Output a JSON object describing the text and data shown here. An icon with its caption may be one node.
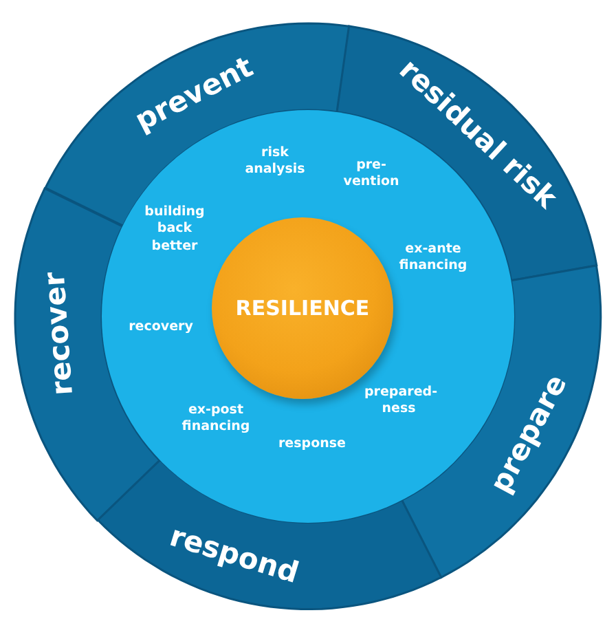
{
  "diagram": {
    "nodes": [
      {
        "text": [
          "prevent"
        ]
      },
      {
        "text": [
          "residual risk"
        ]
      },
      {
        "text": [
          "prepare"
        ]
      },
      {
        "text": [
          "respond"
        ]
      },
      {
        "text": [
          "recover"
        ]
      },
      {
        "text": [
          "risk analysis",
          "pre-vention",
          "building back better",
          "ex-ante financing",
          "recovery",
          "prepared-ness",
          "ex-post financing",
          "response"
        ]
      },
      {
        "text": [
          "RESILIENCE"
        ],
        "in": 5
      }
    ]
  }
}
